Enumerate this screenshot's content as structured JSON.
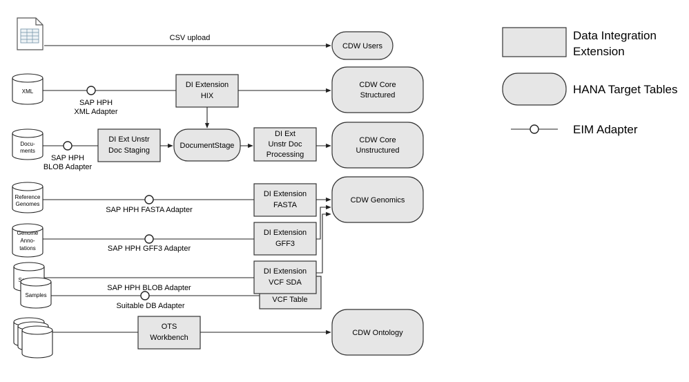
{
  "edges": {
    "csv_upload": "CSV upload",
    "xml_adapter": [
      "SAP HPH",
      "XML Adapter"
    ],
    "blob_adapter_docs": [
      "SAP HPH",
      "BLOB Adapter"
    ],
    "fasta_adapter": "SAP HPH FASTA Adapter",
    "gff3_adapter": "SAP HPH GFF3 Adapter",
    "blob_adapter_samples": "SAP HPH BLOB Adapter",
    "db_adapter": "Suitable DB Adapter"
  },
  "sources": {
    "xml": [
      "XML"
    ],
    "documents": [
      "Docu-",
      "ments"
    ],
    "reference_genomes": [
      "Reference",
      "Genomes"
    ],
    "genome_annotations": [
      "Genome",
      "Anno-",
      "tations"
    ],
    "samples_back": [
      "Samples"
    ],
    "samples": [
      "Samples"
    ]
  },
  "di_boxes": {
    "hix": [
      "DI Extension",
      "HIX"
    ],
    "unstr_staging": [
      "DI Ext Unstr",
      "Doc Staging"
    ],
    "unstr_processing": [
      "DI Ext",
      "Unstr Doc",
      "Processing"
    ],
    "fasta": [
      "DI Extension",
      "FASTA"
    ],
    "gff3": [
      "DI Extension",
      "GFF3"
    ],
    "vcf_sda": [
      "DI Extension",
      "VCF SDA"
    ],
    "vcf_table": [
      "VCF Table"
    ],
    "ots": [
      "OTS",
      "Workbench"
    ]
  },
  "targets": {
    "users": [
      "CDW Users"
    ],
    "core_structured": [
      "CDW Core",
      "Structured"
    ],
    "document_stage": [
      "DocumentStage"
    ],
    "core_unstructured": [
      "CDW Core",
      "Unstructured"
    ],
    "genomics": [
      "CDW Genomics"
    ],
    "ontology": [
      "CDW Ontology"
    ]
  },
  "legend": {
    "di_extension": [
      "Data Integration",
      "Extension"
    ],
    "hana_tables": [
      "HANA Target Tables"
    ],
    "eim_adapter": [
      "EIM Adapter"
    ]
  }
}
